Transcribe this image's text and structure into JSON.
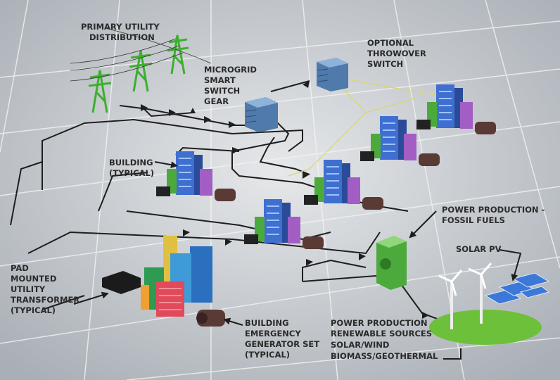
{
  "labels": {
    "primary_utility": [
      "PRIMARY UTILITY",
      "DISTRIBUTION"
    ],
    "throwover": [
      "OPTIONAL",
      "THROWOVER",
      "SWITCH"
    ],
    "microgrid": [
      "MICROGRID",
      "SMART",
      "SWITCH",
      "GEAR"
    ],
    "building": [
      "BUILDING",
      "(TYPICAL)"
    ],
    "fossil": [
      "POWER PRODUCTION -",
      "FOSSIL FUELS"
    ],
    "solar_pv": [
      "SOLAR PV"
    ],
    "transformer": [
      "PAD",
      "MOUNTED",
      "UTILITY",
      "TRANSFORMER",
      "(TYPICAL)"
    ],
    "generator": [
      "BUILDING",
      "EMERGENCY",
      "GENERATOR SET",
      "(TYPICAL)"
    ],
    "renewable": [
      "POWER PRODUCTION",
      "RENEWABLE SOURCES",
      "SOLAR/WIND",
      "BIOMASS/GEOTHERMAL"
    ]
  },
  "colors": {
    "background": "#c7cbd0",
    "grid": "#e8eaec",
    "building_blue": "#3f6fd0",
    "generator": "#5a3a35",
    "switchgear": "#5b86b8",
    "green_cabinet": "#4caa3c",
    "pylon": "#4bc43a"
  }
}
